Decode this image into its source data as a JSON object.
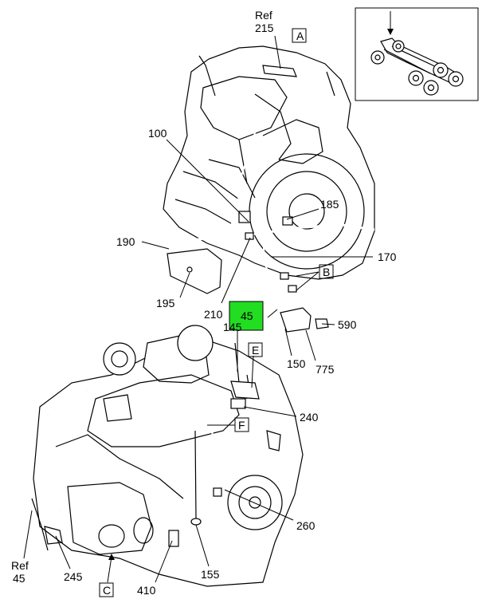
{
  "callouts": {
    "ref215_ref": "Ref",
    "ref215_num": "215",
    "c100": "100",
    "c185": "185",
    "c190": "190",
    "c170": "170",
    "c195": "195",
    "c210": "210",
    "c45": "45",
    "c145": "145",
    "c590": "590",
    "c150": "150",
    "c775": "775",
    "c240": "240",
    "c260": "260",
    "ref45_ref": "Ref",
    "ref45_num": "45",
    "c245": "245",
    "c155": "155",
    "c410": "410"
  },
  "boxes": {
    "A": "A",
    "B": "B",
    "E": "E",
    "F": "F",
    "C": "C"
  },
  "colors": {
    "highlight": "#22dd22",
    "line": "#000000"
  }
}
